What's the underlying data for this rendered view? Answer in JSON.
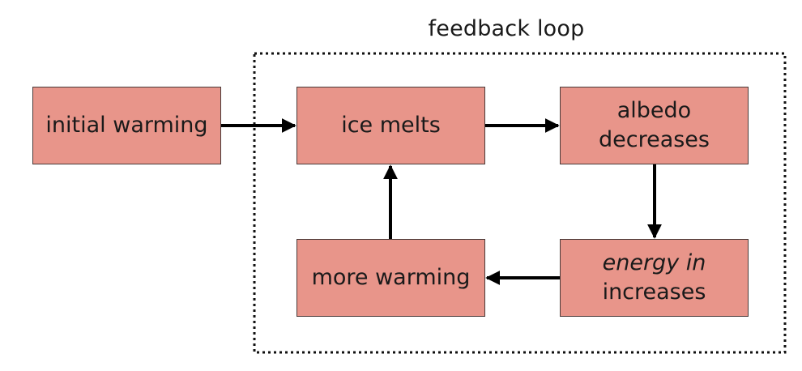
{
  "diagram": {
    "group_label": "feedback loop",
    "nodes": {
      "initial": {
        "label": "initial warming"
      },
      "ice": {
        "label": "ice melts"
      },
      "albedo": {
        "line1": "albedo",
        "line2": "decreases"
      },
      "energy": {
        "line1": "energy in",
        "line2": "increases"
      },
      "more": {
        "label": "more warming"
      }
    },
    "edges": [
      {
        "from": "initial warming",
        "to": "ice melts"
      },
      {
        "from": "ice melts",
        "to": "albedo decreases"
      },
      {
        "from": "albedo decreases",
        "to": "energy in increases"
      },
      {
        "from": "energy in increases",
        "to": "more warming"
      },
      {
        "from": "more warming",
        "to": "ice melts"
      }
    ],
    "colors": {
      "node_fill": "#e8958a",
      "node_border": "#4a3a38",
      "arrow": "#000000"
    }
  }
}
